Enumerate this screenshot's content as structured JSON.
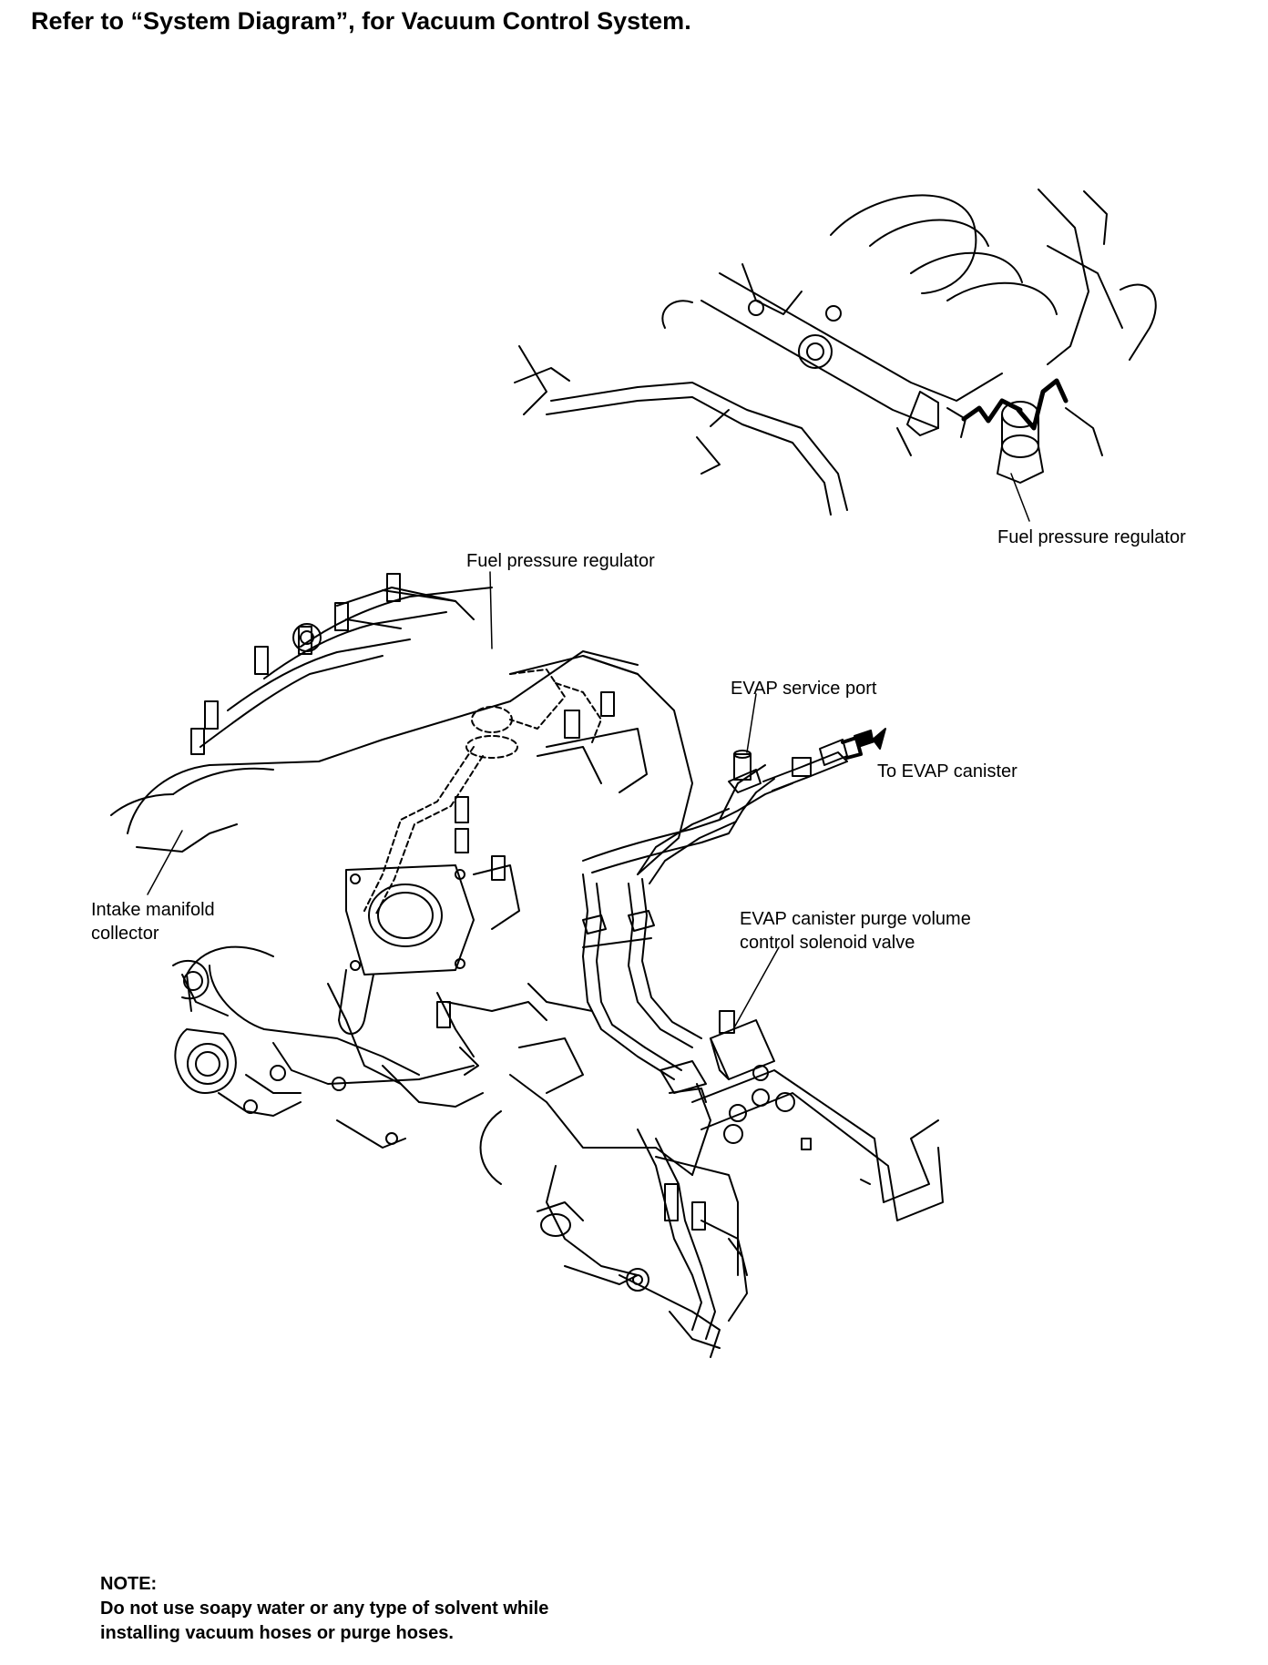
{
  "heading": "Refer to “System Diagram”, for Vacuum Control System.",
  "labels": {
    "fpr_top": "Fuel pressure regulator",
    "fpr_main": "Fuel pressure regulator",
    "evap_service_port": "EVAP service port",
    "to_evap_canister": "To EVAP canister",
    "intake_line1": "Intake manifold",
    "intake_line2": "collector",
    "purge_line1": "EVAP canister purge volume",
    "purge_line2": "control solenoid valve"
  },
  "note": {
    "title": "NOTE:",
    "line1": "Do not use soapy water or any type of solvent while",
    "line2": "installing vacuum hoses or purge hoses."
  },
  "colors": {
    "ink": "#000000",
    "paper": "#ffffff"
  }
}
